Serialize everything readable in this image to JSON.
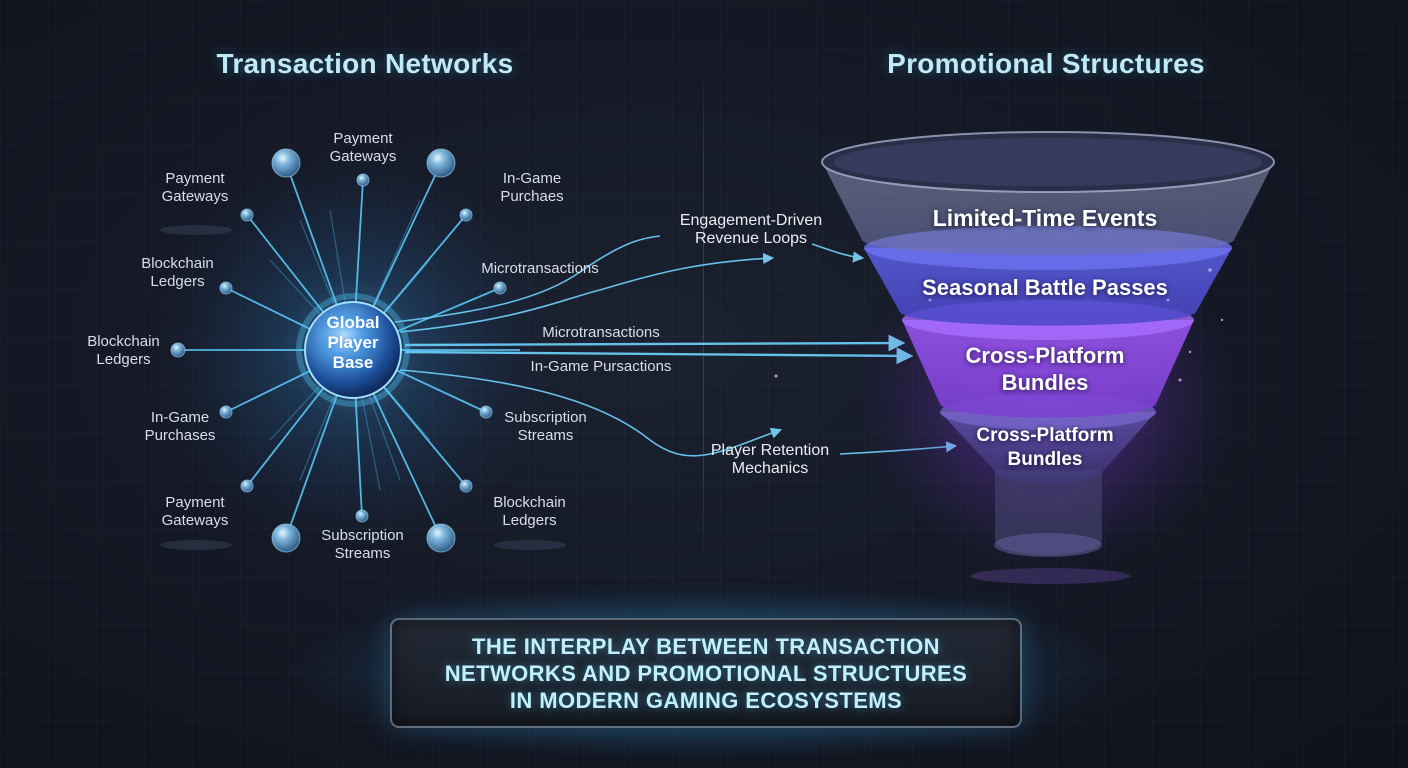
{
  "titles": {
    "left": "Transaction Networks",
    "right": "Promotional Structures"
  },
  "hub": {
    "line1": "Global",
    "line2": "Player",
    "line3": "Base"
  },
  "node_labels": {
    "payment_gateways_top": "Payment Gateways",
    "in_game_purchases_top": "In-Game Purchaes",
    "payment_gateways_left": "Payment Gateways",
    "microtransactions_right": "Microtransactions",
    "blockchain_ledgers_upper": "Blockchain Ledgers",
    "blockchain_ledgers_left": "Blockchain Ledgers",
    "in_game_purchases_left": "In-Game Purchases",
    "subscription_streams_right": "Subscription Streams",
    "payment_gateways_bottom": "Payment Gateways",
    "blockchain_ledgers_bottom": "Blockchain Ledgers",
    "subscription_streams_bottom": "Subscription Streams"
  },
  "flows": {
    "engagement": "Engagement-Driven Revenue Loops",
    "microtransactions": "Microtransactions",
    "in_game_pursactions": "In-Game Pursactions",
    "retention": "Player Retention Mechanics"
  },
  "funnel": {
    "tiers": [
      {
        "label": "Limited-Time Events"
      },
      {
        "label": "Seasonal Battle Passes"
      },
      {
        "label": "Cross-Platform Bundles"
      },
      {
        "label": "Cross-Platform Bundles"
      }
    ]
  },
  "banner": {
    "line1": "THE INTERPLAY BETWEEN TRANSACTION",
    "line2": "NETWORKS AND PROMOTIONAL STRUCTURES",
    "line3": "IN MODERN GAMING ECOSYSTEMS"
  },
  "colors": {
    "glow_cyan": "#4fc8ff",
    "funnel_blue": "#5a5ce8",
    "funnel_purple": "#9b4fe8",
    "title_text": "#bfeaf6"
  }
}
